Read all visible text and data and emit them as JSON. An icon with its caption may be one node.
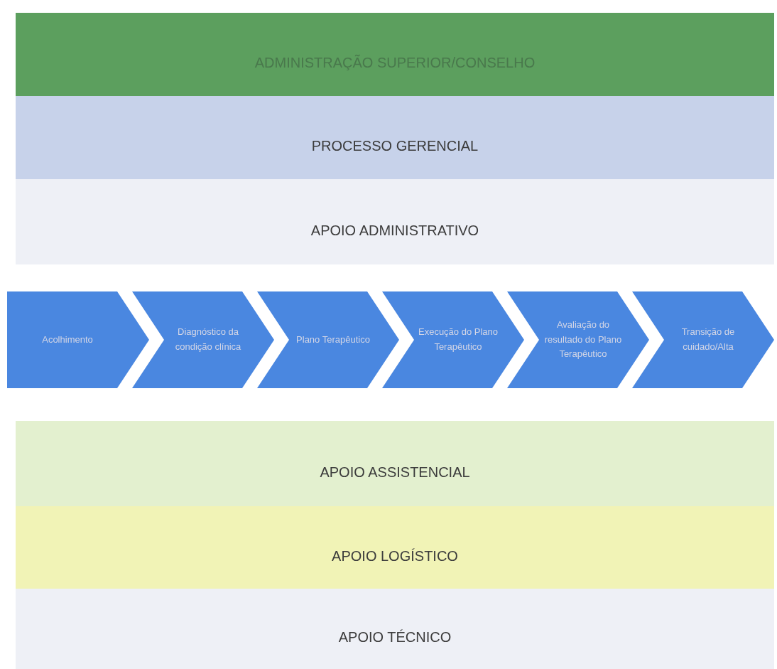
{
  "diagram": {
    "nodes": [
      {
        "text": [
          "ADMINISTRAÇÃO SUPERIOR/CONSELHO"
        ]
      },
      {
        "text": [
          "PROCESSO GERENCIAL"
        ]
      },
      {
        "text": [
          "APOIO ADMINISTRATIVO"
        ]
      },
      {
        "text": [
          "Acolhimento"
        ]
      },
      {
        "text": [
          "Diagnóstico da condição clínica"
        ]
      },
      {
        "text": [
          "Plano Terapêutico"
        ]
      },
      {
        "text": [
          "Execução do Plano Terapêutico"
        ]
      },
      {
        "text": [
          "Avaliação do resultado do Plano Terapêutico"
        ]
      },
      {
        "text": [
          "Transição de cuidado/Alta"
        ]
      },
      {
        "text": [
          "APOIO ASSISTENCIAL"
        ]
      },
      {
        "text": [
          "APOIO LOGÍSTICO"
        ]
      },
      {
        "text": [
          "APOIO TÉCNICO"
        ]
      }
    ]
  }
}
